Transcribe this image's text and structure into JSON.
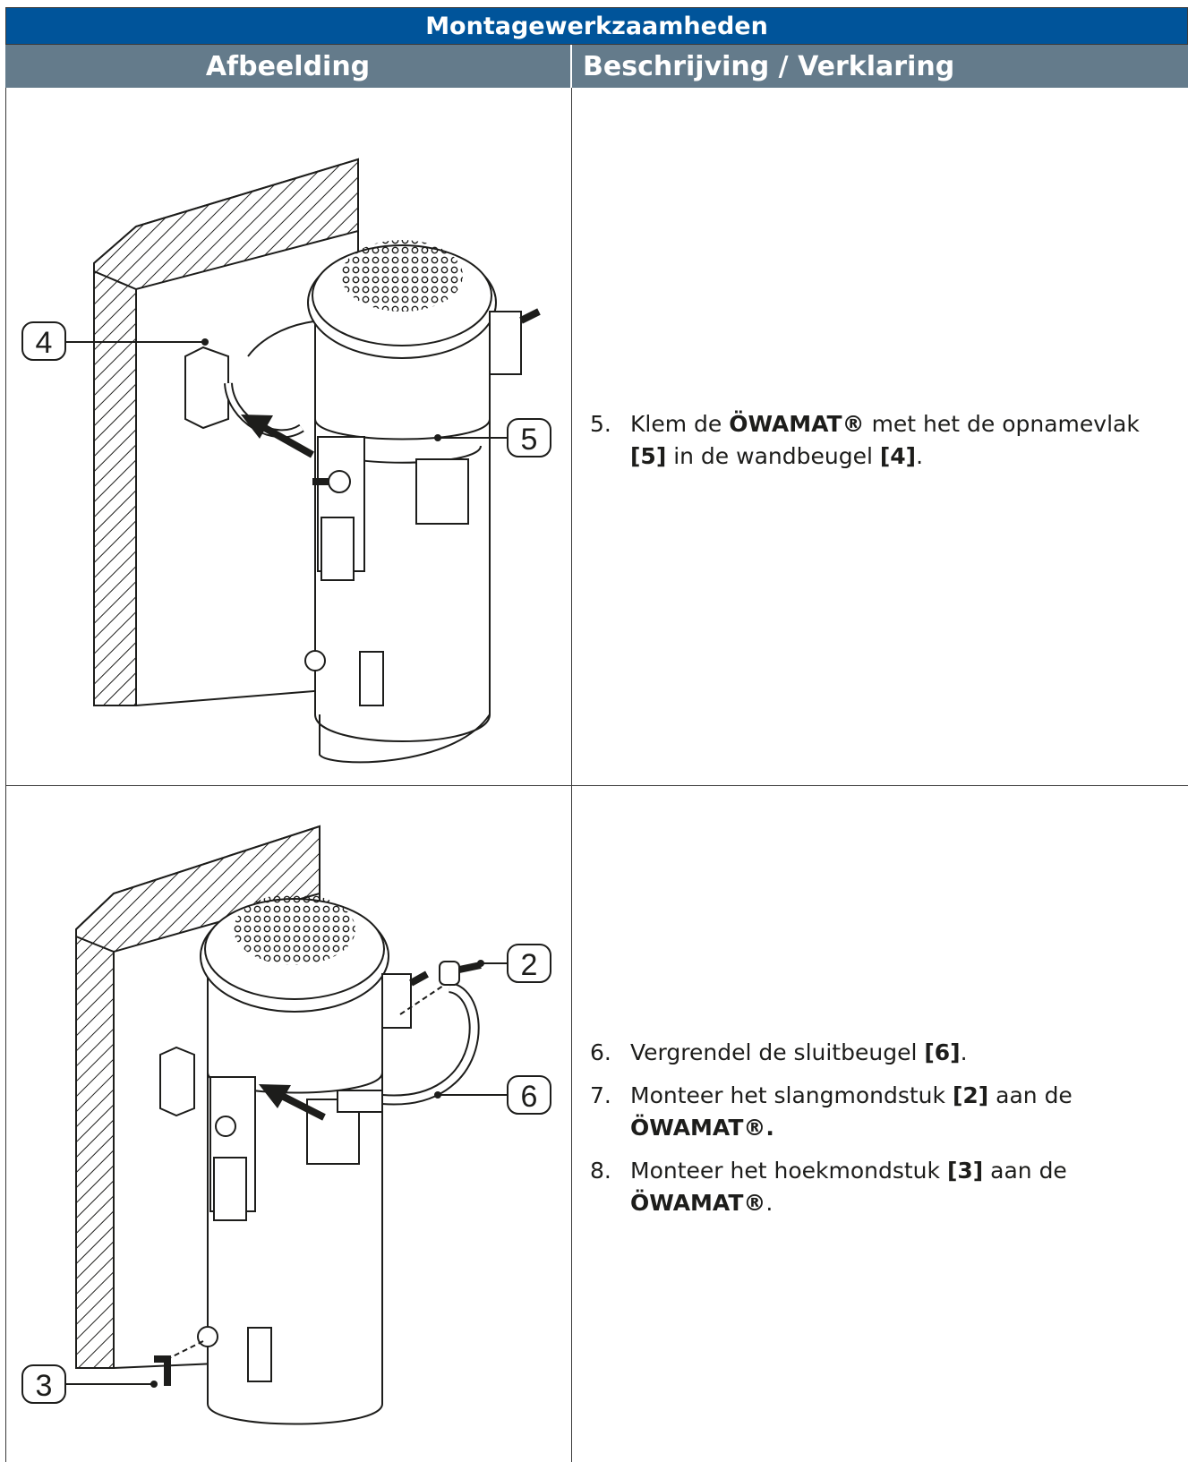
{
  "table": {
    "title": "Montagewerkzaamheden",
    "col_image": "Afbeelding",
    "col_desc": "Beschrijving / Verklaring"
  },
  "row1": {
    "callouts": {
      "bracket": "4",
      "mount_surface": "5"
    },
    "steps": [
      {
        "num": "5.",
        "a": "Klem de ",
        "b1": "ÖWAMAT®",
        "c": " met het de opnamevlak ",
        "b2": "[5]",
        "d": " in de wandbeugel ",
        "b3": "[4]",
        "e": "."
      }
    ]
  },
  "row2": {
    "callouts": {
      "hose_nozzle": "2",
      "clamp": "6",
      "angle_nozzle": "3"
    },
    "steps": [
      {
        "num": "6.",
        "a": "Vergrendel de sluitbeugel ",
        "b1": "[6]",
        "c": "."
      },
      {
        "num": "7.",
        "a": "Monteer het slangmondstuk ",
        "b1": "[2]",
        "c": " aan de ",
        "b2": "ÖWAMAT®."
      },
      {
        "num": "8.",
        "a": "Monteer het hoekmondstuk ",
        "b1": "[3]",
        "c": " aan de ",
        "b2": "ÖWAMAT®",
        "d": "."
      }
    ]
  }
}
